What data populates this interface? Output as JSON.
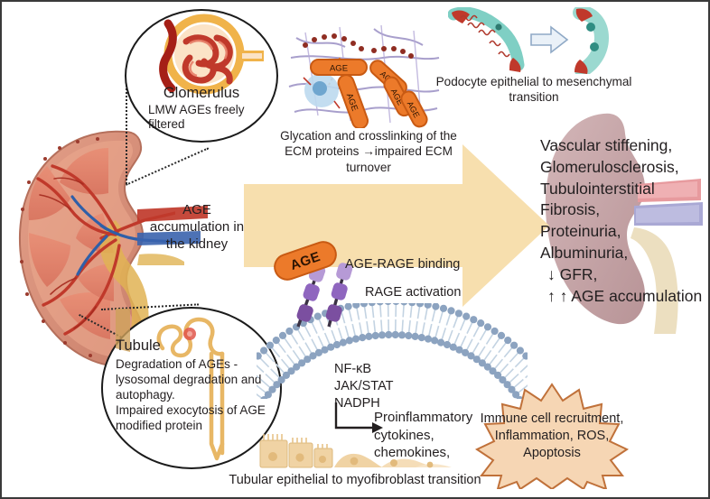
{
  "figure": {
    "title": "AGE accumulation in the kidney pathway diagram",
    "background_color": "#ffffff",
    "border_color": "#3a3a3a"
  },
  "colors": {
    "arrow_fill": "#f7dfae",
    "age_pill_fill": "#ec7a2a",
    "age_pill_stroke": "#c85a13",
    "rage_receptor": "#7b4fa0",
    "rage_receptor_light": "#b69ad6",
    "membrane_head": "#8ca3c0",
    "starburst_fill": "#f6d6b4",
    "starburst_stroke": "#c0713a",
    "kidney_right": "#c6a7a9",
    "text": "#231f20"
  },
  "callouts": {
    "glomerulus": {
      "title": "Glomerulus",
      "body": "LMW AGEs freely\nfiltered"
    },
    "tubule": {
      "title": "Tubule",
      "body": "Degradation of AGEs -\nlysosomal degradation and\nautophagy.\nImpaired exocytosis of AGE\nmodified protein"
    }
  },
  "labels": {
    "kidney_accumulation": "AGE\naccumulation in\nthe kidney",
    "ecm_glycation": "Glycation and crosslinking of the\nECM proteins →impaired ECM\nturnover",
    "podocyte_transition": "Podocyte epithelial to mesenchymal\ntransition",
    "age_rage_binding": "AGE-RAGE binding",
    "rage_activation": "RAGE activation",
    "signaling_pathways": "NF-κB\nJAK/STAT\nNADPH",
    "proinflammatory": "Proinflammatory\ncytokines,\nchemokines,",
    "tubular_transition": "Tubular epithelial to myofibroblast transition",
    "age_pill_text": "AGE",
    "ecm_age_pills": [
      "AGE",
      "AGE",
      "AGE",
      "AGE",
      "AGE"
    ]
  },
  "outcomes": {
    "lines": [
      "Vascular stiffening,",
      "Glomerulosclerosis,",
      "Tubulointerstitial",
      "Fibrosis,",
      "Proteinuria,",
      "Albuminuria,",
      "↓ GFR,",
      "↑ ↑ AGE accumulation"
    ]
  },
  "starburst": {
    "lines": [
      "Immune cell recruitment,",
      "Inflammation, ROS,",
      "Apoptosis"
    ]
  }
}
